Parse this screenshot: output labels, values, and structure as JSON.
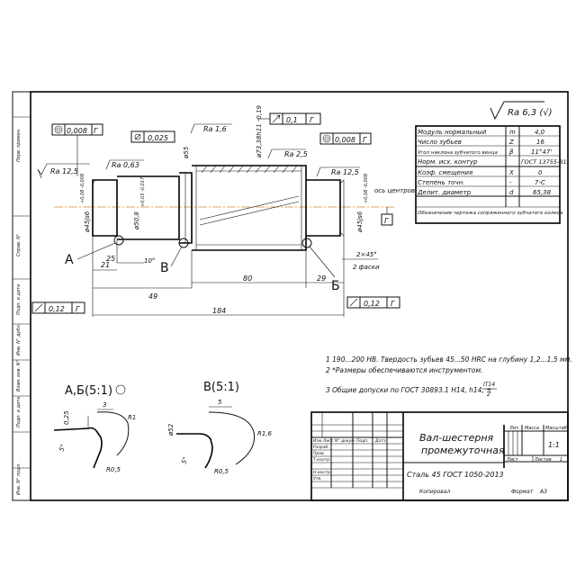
{
  "roughness_general": "Ra 6,3 (√)",
  "surfaces": {
    "ra_left": "Ra 12,5",
    "ra_j1": "Ra 0,63",
    "ra_mid": "Ra 1,6",
    "ra_gear": "Ra 2,5",
    "ra_right": "Ra 12,5"
  },
  "tolerances": {
    "runout_left": "0,008",
    "runout_left_ref": "Г",
    "cyl": "0,025",
    "cyl_ref": "Г",
    "runout_top": "0,1",
    "runout_top_ref": "Г",
    "runout_right": "0,008",
    "runout_right_ref": "Г",
    "perp_left": "0,12",
    "perp_left_ref": "Г",
    "perp_right": "0,12",
    "perp_right_ref": "Г"
  },
  "dims": {
    "d_left": "ø45js6",
    "d_left_tol": "+0,08 -0,008",
    "d_j1": "ø50,8",
    "d_j1_tol": "+0,03 -0,017",
    "d55": "ø55",
    "d_gear": "ø73,38h11 -0,19",
    "d_right": "ø45js6",
    "d_right_tol": "+0,08 -0,008",
    "l25": "25",
    "l21": "21",
    "l49": "49",
    "l80": "80",
    "l29": "29",
    "l184": "184",
    "ang": "10°",
    "chamfer": "2×45°",
    "chamfer_note": "2 фаски",
    "axis_label": "ось центров",
    "datum": "Г",
    "view_A": "А",
    "view_B": "Б",
    "view_V": "В"
  },
  "gear_table": [
    {
      "name": "Модуль нормальный",
      "sym": "m",
      "val": "4,0"
    },
    {
      "name": "Число зубьев",
      "sym": "Z",
      "val": "16"
    },
    {
      "name": "Угол наклона зубчатого венца",
      "sym": "β",
      "val": "11°47'"
    },
    {
      "name": "Норм. исх. контур",
      "sym": "",
      "val": "ГОСТ 13755-81"
    },
    {
      "name": "Коэф. смещения",
      "sym": "X",
      "val": "0"
    },
    {
      "name": "Степень точн.",
      "sym": "-",
      "val": "7-С"
    },
    {
      "name": "Делит. диаметр",
      "sym": "d",
      "val": "65,38"
    },
    {
      "name": "Обозначение чертежа сопряженного зубчатого колеса",
      "sym": "",
      "val": ""
    }
  ],
  "notes": [
    "1  190...200 НВ. Твердость зубьев 45...50 HRC на глубину 1,2...1,5 мм.",
    "2  *Размеры обеспечиваются инструментом.",
    "3  Общие допуски по ГОСТ 30893.1 H14, h14, ±"
  ],
  "note3_frac": {
    "num": "IT14",
    "den": "2"
  },
  "detail_AB": {
    "title": "А,Б(5:1)",
    "w": "3",
    "r1": "R1",
    "h": "0,25",
    "ang": "5°",
    "r05": "R0,5"
  },
  "detail_V": {
    "title": "В(5:1)",
    "w": "5",
    "r16": "R1,6",
    "d52": "ø52",
    "ang": "5°",
    "r05": "R0,5"
  },
  "title_block": {
    "name1": "Вал-шестерня",
    "name2": "промежуточная",
    "material": "Сталь 45 ГОСТ 1050-2013",
    "lit": "Лит.",
    "mass": "Масса",
    "scale": "Масштаб",
    "scale_val": "1:1",
    "sheet": "Лист",
    "sheets": "Листов",
    "sheets_val": "1",
    "col_izm": "Изм.",
    "col_list": "Лист",
    "col_doc": "N° докум.",
    "col_sign": "Подп.",
    "col_date": "Дата",
    "razrab": "Разраб.",
    "prov": "Пров.",
    "tkontr": "Т.контр.",
    "nkontr": "Н.контр.",
    "utv": "Утв.",
    "copied": "Копировал",
    "format": "Формат",
    "format_val": "А3"
  },
  "side_strip": [
    "Перв. примен.",
    "Справ. N°",
    "Подп. и дата",
    "Инв. N° дубл.",
    "Взам. инв. N°",
    "Подп. и дата",
    "Инв. N° подл."
  ]
}
